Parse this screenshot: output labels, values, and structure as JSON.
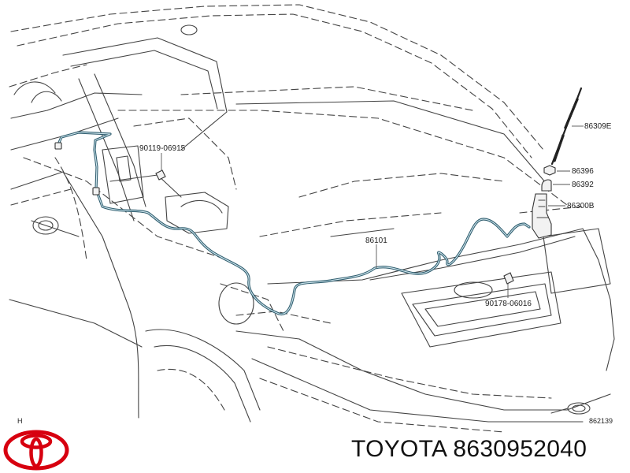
{
  "diagram": {
    "labels": {
      "antenna_rod": "86309E",
      "nut": "86396",
      "pad": "86392",
      "antenna_base": "86300B",
      "cable": "86101",
      "clip_front": "90119-06915",
      "clip_trunk": "90178-06016",
      "section_mark": "H",
      "figure_number": "862139"
    },
    "colors": {
      "cable": "#2f5d6e",
      "logo": "#d7000f",
      "lines": "#444444"
    }
  },
  "caption": {
    "text": "TOYOTA 8630952040"
  },
  "logo": {
    "icon": "toyota-emblem-icon"
  }
}
